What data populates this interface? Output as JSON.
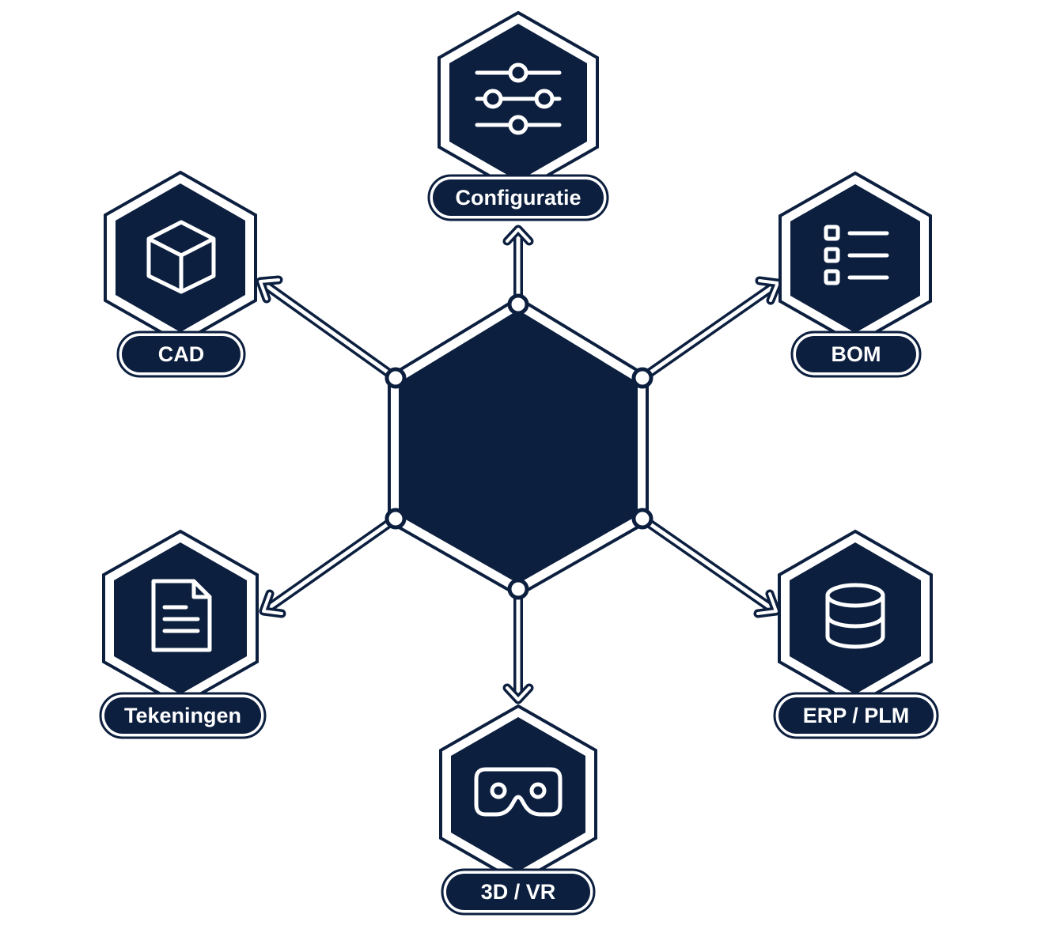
{
  "colors": {
    "navy": "#0c1f3f",
    "outline": "#0c1f3f",
    "background": "#ffffff",
    "icon_stroke": "#ffffff"
  },
  "center": {
    "shape": "hexagon",
    "label": ""
  },
  "nodes": [
    {
      "id": "configuratie",
      "label": "Configuratie",
      "icon": "sliders-icon"
    },
    {
      "id": "cad",
      "label": "CAD",
      "icon": "cube-icon"
    },
    {
      "id": "bom",
      "label": "BOM",
      "icon": "list-icon"
    },
    {
      "id": "tekeningen",
      "label": "Tekeningen",
      "icon": "document-icon"
    },
    {
      "id": "erp-plm",
      "label": "ERP / PLM",
      "icon": "database-icon"
    },
    {
      "id": "3d-vr",
      "label": "3D / VR",
      "icon": "vr-headset-icon"
    }
  ],
  "connections": [
    {
      "from": "center",
      "to": "configuratie",
      "arrow": "end"
    },
    {
      "from": "center",
      "to": "cad",
      "arrow": "end"
    },
    {
      "from": "center",
      "to": "bom",
      "arrow": "end"
    },
    {
      "from": "center",
      "to": "tekeningen",
      "arrow": "end"
    },
    {
      "from": "center",
      "to": "erp-plm",
      "arrow": "end"
    },
    {
      "from": "center",
      "to": "3d-vr",
      "arrow": "end"
    }
  ]
}
